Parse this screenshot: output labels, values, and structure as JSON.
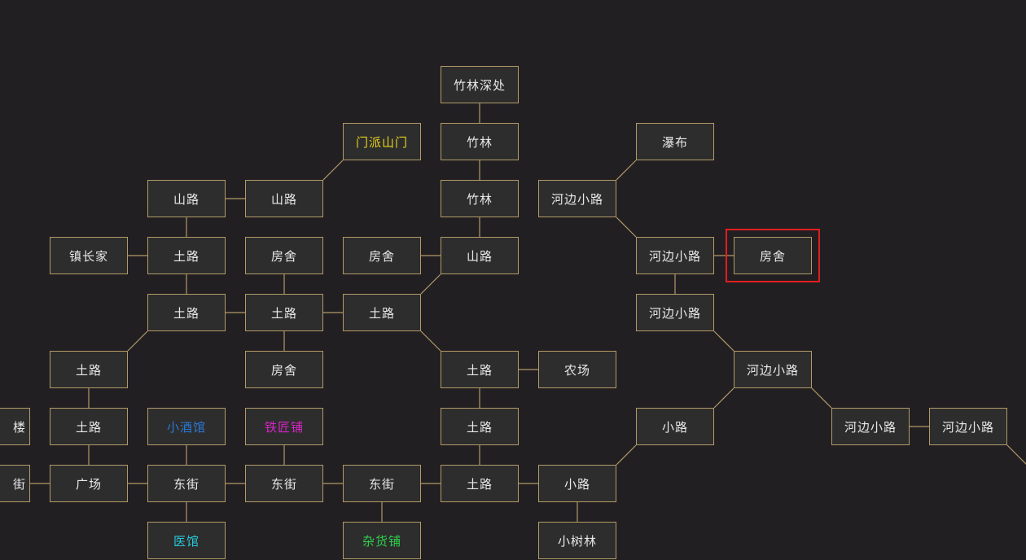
{
  "map": {
    "current_room": "r-house-far-right",
    "rooms": [
      {
        "id": "r-bamboo-deep",
        "label": "竹林深处"
      },
      {
        "id": "r-sect-gate",
        "label": "门派山门",
        "color": "#e8d21c"
      },
      {
        "id": "r-bamboo-1",
        "label": "竹林"
      },
      {
        "id": "r-waterfall",
        "label": "瀑布"
      },
      {
        "id": "r-mountain-road-1",
        "label": "山路"
      },
      {
        "id": "r-mountain-road-2",
        "label": "山路"
      },
      {
        "id": "r-bamboo-2",
        "label": "竹林"
      },
      {
        "id": "r-riverside-1",
        "label": "河边小路"
      },
      {
        "id": "r-mayor-home",
        "label": "镇长家"
      },
      {
        "id": "r-dirt-road-1",
        "label": "土路"
      },
      {
        "id": "r-house-1",
        "label": "房舍"
      },
      {
        "id": "r-house-2",
        "label": "房舍"
      },
      {
        "id": "r-mountain-road-3",
        "label": "山路"
      },
      {
        "id": "r-riverside-2",
        "label": "河边小路"
      },
      {
        "id": "r-house-far-right",
        "label": "房舍"
      },
      {
        "id": "r-dirt-road-2",
        "label": "土路"
      },
      {
        "id": "r-dirt-road-3",
        "label": "土路"
      },
      {
        "id": "r-dirt-road-4",
        "label": "土路"
      },
      {
        "id": "r-riverside-3",
        "label": "河边小路"
      },
      {
        "id": "r-dirt-road-5",
        "label": "土路"
      },
      {
        "id": "r-house-3",
        "label": "房舍"
      },
      {
        "id": "r-dirt-road-6",
        "label": "土路"
      },
      {
        "id": "r-farm",
        "label": "农场"
      },
      {
        "id": "r-riverside-4",
        "label": "河边小路"
      },
      {
        "id": "r-building-edge",
        "label": "楼"
      },
      {
        "id": "r-dirt-road-7",
        "label": "土路"
      },
      {
        "id": "r-tavern",
        "label": "小酒馆",
        "color": "#2a78d6"
      },
      {
        "id": "r-smithy",
        "label": "铁匠铺",
        "color": "#d625c8"
      },
      {
        "id": "r-dirt-road-8",
        "label": "土路"
      },
      {
        "id": "r-path-1",
        "label": "小路"
      },
      {
        "id": "r-riverside-5",
        "label": "河边小路"
      },
      {
        "id": "r-riverside-6",
        "label": "河边小路"
      },
      {
        "id": "r-street-edge",
        "label": "街"
      },
      {
        "id": "r-plaza",
        "label": "广场"
      },
      {
        "id": "r-east-street-1",
        "label": "东街"
      },
      {
        "id": "r-east-street-2",
        "label": "东街"
      },
      {
        "id": "r-east-street-3",
        "label": "东街"
      },
      {
        "id": "r-dirt-road-9",
        "label": "土路"
      },
      {
        "id": "r-path-2",
        "label": "小路"
      },
      {
        "id": "r-clinic",
        "label": "医馆",
        "color": "#27c7d9"
      },
      {
        "id": "r-general-store",
        "label": "杂货铺",
        "color": "#2ecf4b"
      },
      {
        "id": "r-grove",
        "label": "小树林"
      }
    ]
  }
}
